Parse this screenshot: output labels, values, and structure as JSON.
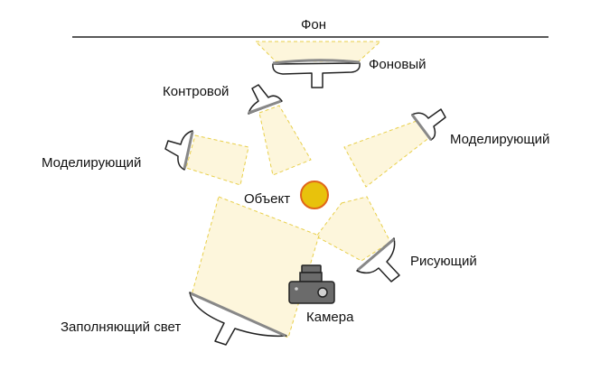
{
  "labels": {
    "background": "Фон",
    "background_light": "Фоновый",
    "back_light": "Контровой",
    "modeling_left": "Моделирующий",
    "modeling_right": "Моделирующий",
    "subject": "Объект",
    "key_light": "Рисующий",
    "camera": "Камера",
    "fill_light": "Заполняющий свет"
  },
  "colors": {
    "beam_fill": "#fdf6dc",
    "beam_stroke": "#e8cf4a",
    "lamp_fill": "#8a8a8a",
    "subject_fill": "#e8c20c",
    "subject_stroke": "#e0661a",
    "line": "#222222",
    "camera_body": "#6b6b6b"
  }
}
